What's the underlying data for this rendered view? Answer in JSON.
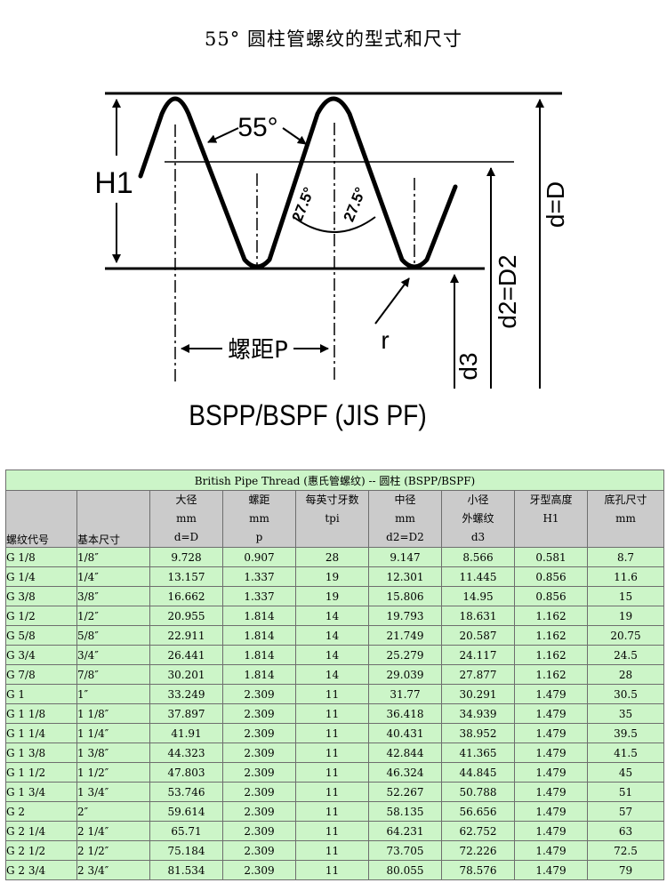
{
  "title": "55° 圆柱管螺纹的型式和尺寸",
  "diagram": {
    "angle_label": "55°",
    "half_angle_left": "27.5°",
    "half_angle_right": "27.5°",
    "h1_label": "H1",
    "d_label": "d=D",
    "d2_label": "d2=D2",
    "d3_label": "d3",
    "r_label": "r",
    "pitch_label": "螺距P",
    "standard_label": "BSPP/BSPF (JIS PF)"
  },
  "table": {
    "caption": "British Pipe Thread (惠氏管螺纹) -- 圆柱 (BSPP/BSPF)",
    "headers": [
      {
        "lines": [
          "",
          "",
          ""
        ],
        "bottom": "螺纹代号"
      },
      {
        "lines": [
          "",
          "",
          ""
        ],
        "bottom": "基本尺寸"
      },
      {
        "lines": [
          "大径",
          "mm",
          "d=D"
        ],
        "bottom": ""
      },
      {
        "lines": [
          "螺距",
          "mm",
          "p"
        ],
        "bottom": ""
      },
      {
        "lines": [
          "每英寸牙数",
          "tpi",
          ""
        ],
        "bottom": ""
      },
      {
        "lines": [
          "中径",
          "mm",
          "d2=D2"
        ],
        "bottom": ""
      },
      {
        "lines": [
          "小径",
          "外螺纹",
          "d3"
        ],
        "bottom": ""
      },
      {
        "lines": [
          "牙型高度",
          "H1",
          ""
        ],
        "bottom": ""
      },
      {
        "lines": [
          "底孔尺寸",
          "mm",
          ""
        ],
        "bottom": ""
      }
    ],
    "rows": [
      [
        "G 1/8",
        "1/8″",
        "9.728",
        "0.907",
        "28",
        "9.147",
        "8.566",
        "0.581",
        "8.7"
      ],
      [
        "G 1/4",
        "1/4″",
        "13.157",
        "1.337",
        "19",
        "12.301",
        "11.445",
        "0.856",
        "11.6"
      ],
      [
        "G 3/8",
        "3/8″",
        "16.662",
        "1.337",
        "19",
        "15.806",
        "14.95",
        "0.856",
        "15"
      ],
      [
        "G 1/2",
        "1/2″",
        "20.955",
        "1.814",
        "14",
        "19.793",
        "18.631",
        "1.162",
        "19"
      ],
      [
        "G 5/8",
        "5/8″",
        "22.911",
        "1.814",
        "14",
        "21.749",
        "20.587",
        "1.162",
        "20.75"
      ],
      [
        "G 3/4",
        "3/4″",
        "26.441",
        "1.814",
        "14",
        "25.279",
        "24.117",
        "1.162",
        "24.5"
      ],
      [
        "G 7/8",
        "7/8″",
        "30.201",
        "1.814",
        "14",
        "29.039",
        "27.877",
        "1.162",
        "28"
      ],
      [
        "G 1",
        "1″",
        "33.249",
        "2.309",
        "11",
        "31.77",
        "30.291",
        "1.479",
        "30.5"
      ],
      [
        "G 1 1/8",
        "1 1/8″",
        "37.897",
        "2.309",
        "11",
        "36.418",
        "34.939",
        "1.479",
        "35"
      ],
      [
        "G 1 1/4",
        "1 1/4″",
        "41.91",
        "2.309",
        "11",
        "40.431",
        "38.952",
        "1.479",
        "39.5"
      ],
      [
        "G 1 3/8",
        "1 3/8″",
        "44.323",
        "2.309",
        "11",
        "42.844",
        "41.365",
        "1.479",
        "41.5"
      ],
      [
        "G 1 1/2",
        "1 1/2″",
        "47.803",
        "2.309",
        "11",
        "46.324",
        "44.845",
        "1.479",
        "45"
      ],
      [
        "G 1 3/4",
        "1 3/4″",
        "53.746",
        "2.309",
        "11",
        "52.267",
        "50.788",
        "1.479",
        "51"
      ],
      [
        "G 2",
        "2″",
        "59.614",
        "2.309",
        "11",
        "58.135",
        "56.656",
        "1.479",
        "57"
      ],
      [
        "G 2 1/4",
        "2 1/4″",
        "65.71",
        "2.309",
        "11",
        "64.231",
        "62.752",
        "1.479",
        "63"
      ],
      [
        "G 2 1/2",
        "2 1/2″",
        "75.184",
        "2.309",
        "11",
        "73.705",
        "72.226",
        "1.479",
        "72.5"
      ],
      [
        "G 2 3/4",
        "2 3/4″",
        "81.534",
        "2.309",
        "11",
        "80.055",
        "78.576",
        "1.479",
        "79"
      ]
    ]
  }
}
